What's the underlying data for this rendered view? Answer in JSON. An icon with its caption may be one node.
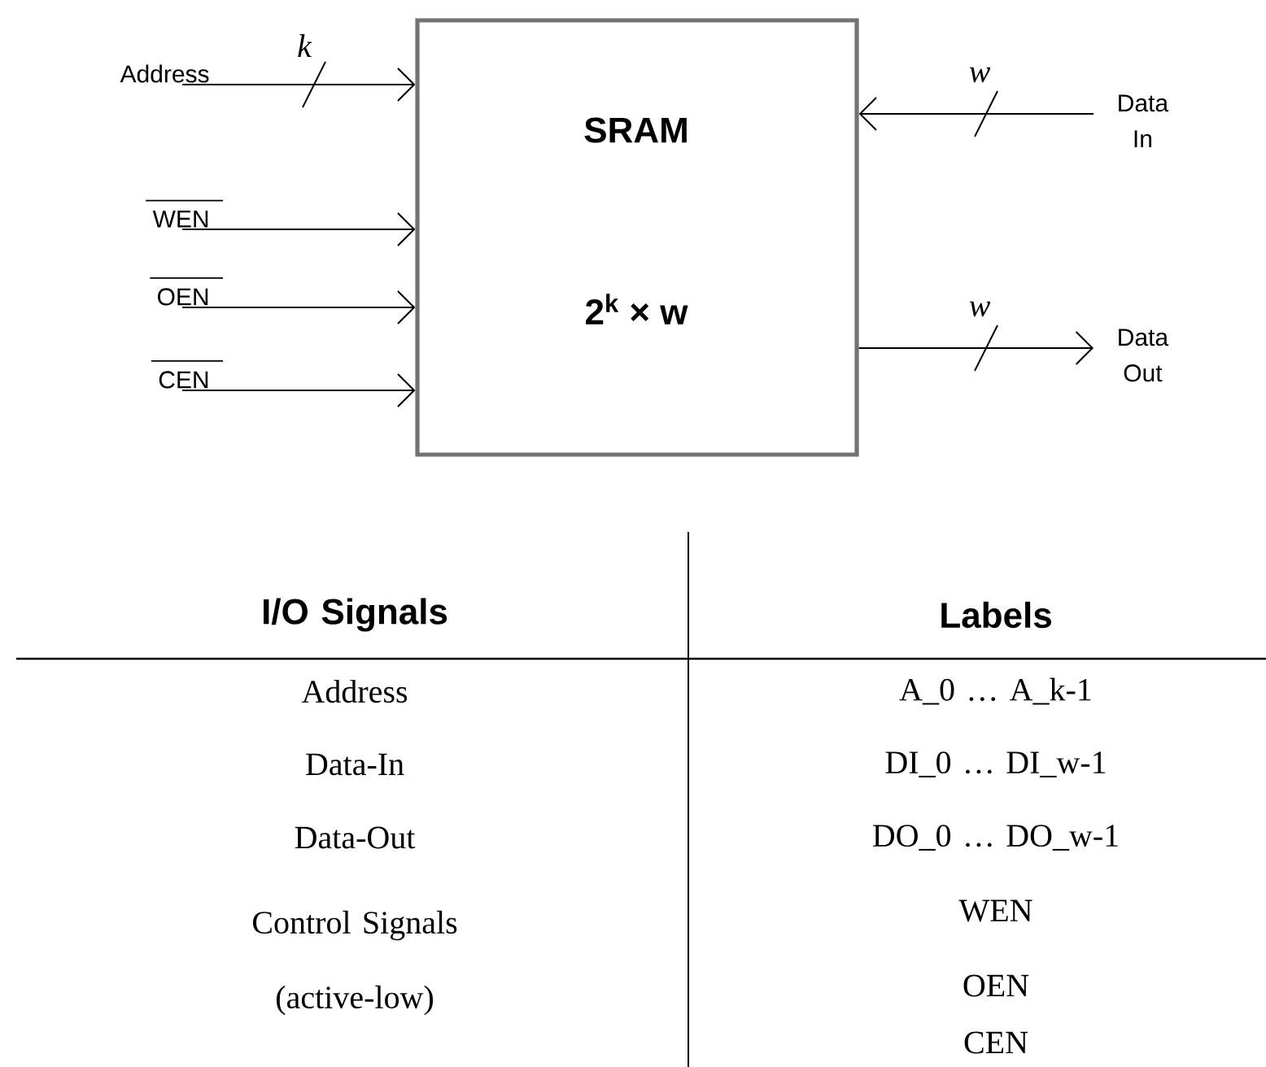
{
  "diagram": {
    "nodes": [
      {
        "text": [
          "SRAM",
          "2$^{k}$ × w"
        ]
      },
      {
        "text": [
          "Address"
        ]
      },
      {
        "text": [
          "WEN"
        ]
      },
      {
        "text": [
          "OEN"
        ]
      },
      {
        "text": [
          "CEN"
        ]
      },
      {
        "text": [
          "Data In"
        ]
      },
      {
        "text": [
          "Data Out"
        ]
      }
    ],
    "edges": [
      {
        "from": 1,
        "to": 0,
        "arrow": "to",
        "label": "k"
      },
      {
        "from": 2,
        "to": 0,
        "arrow": "to"
      },
      {
        "from": 3,
        "to": 0,
        "arrow": "to"
      },
      {
        "from": 4,
        "to": 0,
        "arrow": "to"
      },
      {
        "from": 5,
        "to": 0,
        "arrow": "to",
        "label": "w"
      },
      {
        "from": 0,
        "to": 6,
        "arrow": "to",
        "label": "w"
      }
    ],
    "labels": [
      "I/O Signals",
      "Labels",
      "Address",
      "A_0 … A_k-1",
      "Data-In",
      "DI_0 … DI_w-1",
      "Data-Out",
      "DO_0 … DO_w-1",
      "Control Signals (active-low)",
      "WEN",
      "OEN",
      "CEN"
    ]
  }
}
